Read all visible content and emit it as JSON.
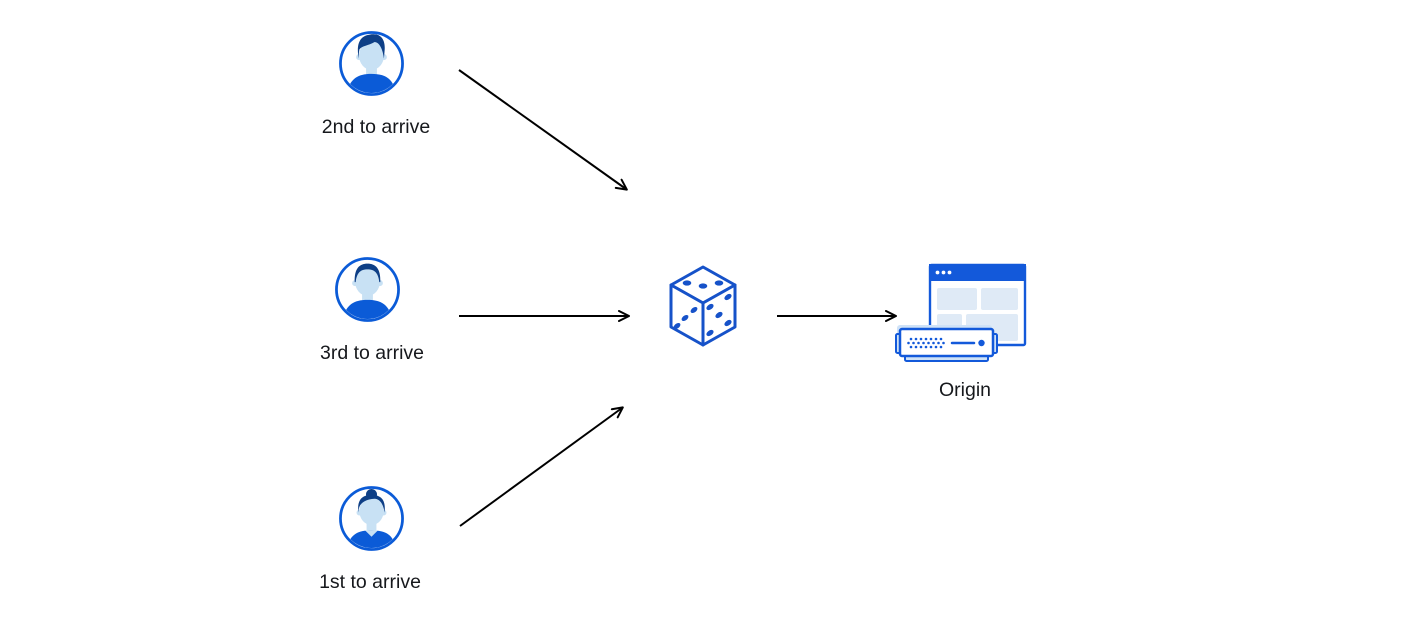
{
  "diagram": {
    "description": "Random traffic steering diagram: three arriving users routed via dice randomizer to origin",
    "nodes": {
      "second": {
        "label": "2nd to arrive",
        "icon": "user-avatar-male-swept-hair-icon"
      },
      "third": {
        "label": "3rd to arrive",
        "icon": "user-avatar-male-short-hair-icon"
      },
      "first": {
        "label": "1st to arrive",
        "icon": "user-avatar-female-bun-icon"
      },
      "randomizer": {
        "label": "",
        "icon": "dice-icon"
      },
      "origin": {
        "label": "Origin",
        "icon": "origin-server-browser-icon"
      }
    },
    "arrows": [
      {
        "from": "second",
        "to": "randomizer"
      },
      {
        "from": "third",
        "to": "randomizer"
      },
      {
        "from": "first",
        "to": "randomizer"
      },
      {
        "from": "randomizer",
        "to": "origin"
      }
    ]
  },
  "colors": {
    "accent_blue": "#0b5bd7",
    "hair_blue": "#0e3f86",
    "face_blue": "#c8e1f4",
    "dice_blue": "#1652c9",
    "window_blue": "#1359da",
    "block_blue": "#dfeaf6",
    "light_blue": "#cfe2f7",
    "arrow_black": "#000000",
    "label_text": "#16181c"
  }
}
